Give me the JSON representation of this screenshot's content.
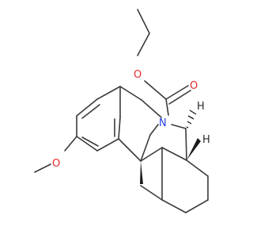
{
  "molecule": {
    "atoms": {
      "ester_o": "O",
      "carbonyl_o": "O",
      "methoxy_o": "O",
      "nitrogen": "N",
      "h_upper": "H",
      "h_lower": "H"
    },
    "colors": {
      "oxygen": "#e8292c",
      "nitrogen": "#2440e6",
      "carbon_bond": "#3a3a3a",
      "hydrogen": "#2a2a2a"
    }
  }
}
